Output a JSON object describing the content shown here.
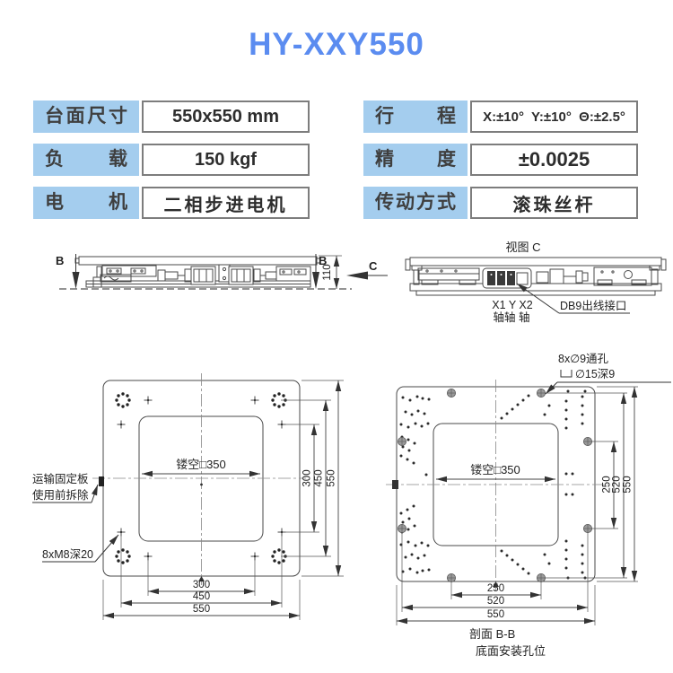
{
  "title": "HY-XXY550",
  "colors": {
    "accent_blue": "#5b8cf0",
    "label_bg": "#a4cdee",
    "border_gray": "#7d7d7d",
    "line_dark": "#4a4a4a"
  },
  "spec_table": {
    "left": [
      {
        "label": "台面尺寸",
        "value": "550x550 mm"
      },
      {
        "label": "负载",
        "value": "150 kgf"
      },
      {
        "label": "电机",
        "value": "二相步进电机"
      }
    ],
    "right": [
      {
        "label": "行程",
        "value": "X:±10°  Y:±10°  Θ:±2.5°"
      },
      {
        "label": "精度",
        "value": "±0.0025"
      },
      {
        "label": "传动方式",
        "value": "滚珠丝杆"
      }
    ]
  },
  "side_views": {
    "section_label": "B",
    "height_dim": "110",
    "view_arrow_label": "C",
    "view_c_title": "视图 C",
    "axes_line1": "X1 Y X2",
    "axes_line2": "轴轴 轴",
    "db9_label": "DB9出线接口"
  },
  "top_plate_view": {
    "cutout_dim": "镂空□350",
    "note_line1": "运输固定板",
    "note_line2": "使用前拆除",
    "thread_label": "8xM8深20",
    "dim_right_300": "300",
    "dim_right_450": "450",
    "dim_right_550": "550",
    "dim_bottom_300": "300",
    "dim_bottom_450": "450",
    "dim_bottom_550": "550"
  },
  "bottom_plate_view": {
    "cutout_dim": "镂空□350",
    "hole_note_line1": "8x∅9通孔",
    "hole_note_line2": "∅15深9",
    "dim_right_250": "250",
    "dim_right_520": "520",
    "dim_right_550": "550",
    "dim_bottom_250": "250",
    "dim_bottom_520": "520",
    "dim_bottom_550": "550",
    "caption_line1": "剖面 B-B",
    "caption_line2": "底面安装孔位"
  }
}
